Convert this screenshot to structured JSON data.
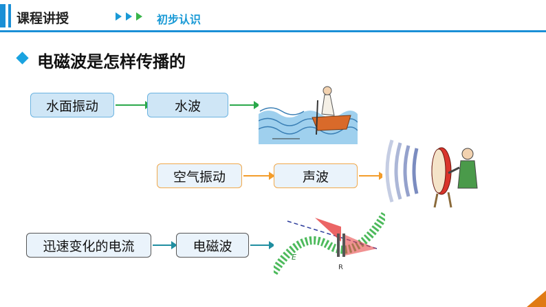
{
  "header": {
    "title": "课程讲授",
    "subtitle": "初步认识"
  },
  "section": {
    "title": "电磁波是怎样传播的"
  },
  "rows": [
    {
      "source": "水面振动",
      "wave": "水波",
      "picture_icon": "boat-water-wave-icon"
    },
    {
      "source": "空气振动",
      "wave": "声波",
      "picture_icon": "drum-sound-wave-icon"
    },
    {
      "source": "迅速变化的电流",
      "wave": "电磁波",
      "picture_icon": "em-wave-diagram-icon"
    }
  ],
  "diagram_labels": {
    "em_e": "E",
    "em_r": "R"
  },
  "colors": {
    "accent_blue": "#1a8fd6",
    "row1_arrow": "#2aa84a",
    "row2_arrow": "#f39c2a",
    "row3_arrow": "#1f8ea0",
    "corner": "#e07a14"
  }
}
